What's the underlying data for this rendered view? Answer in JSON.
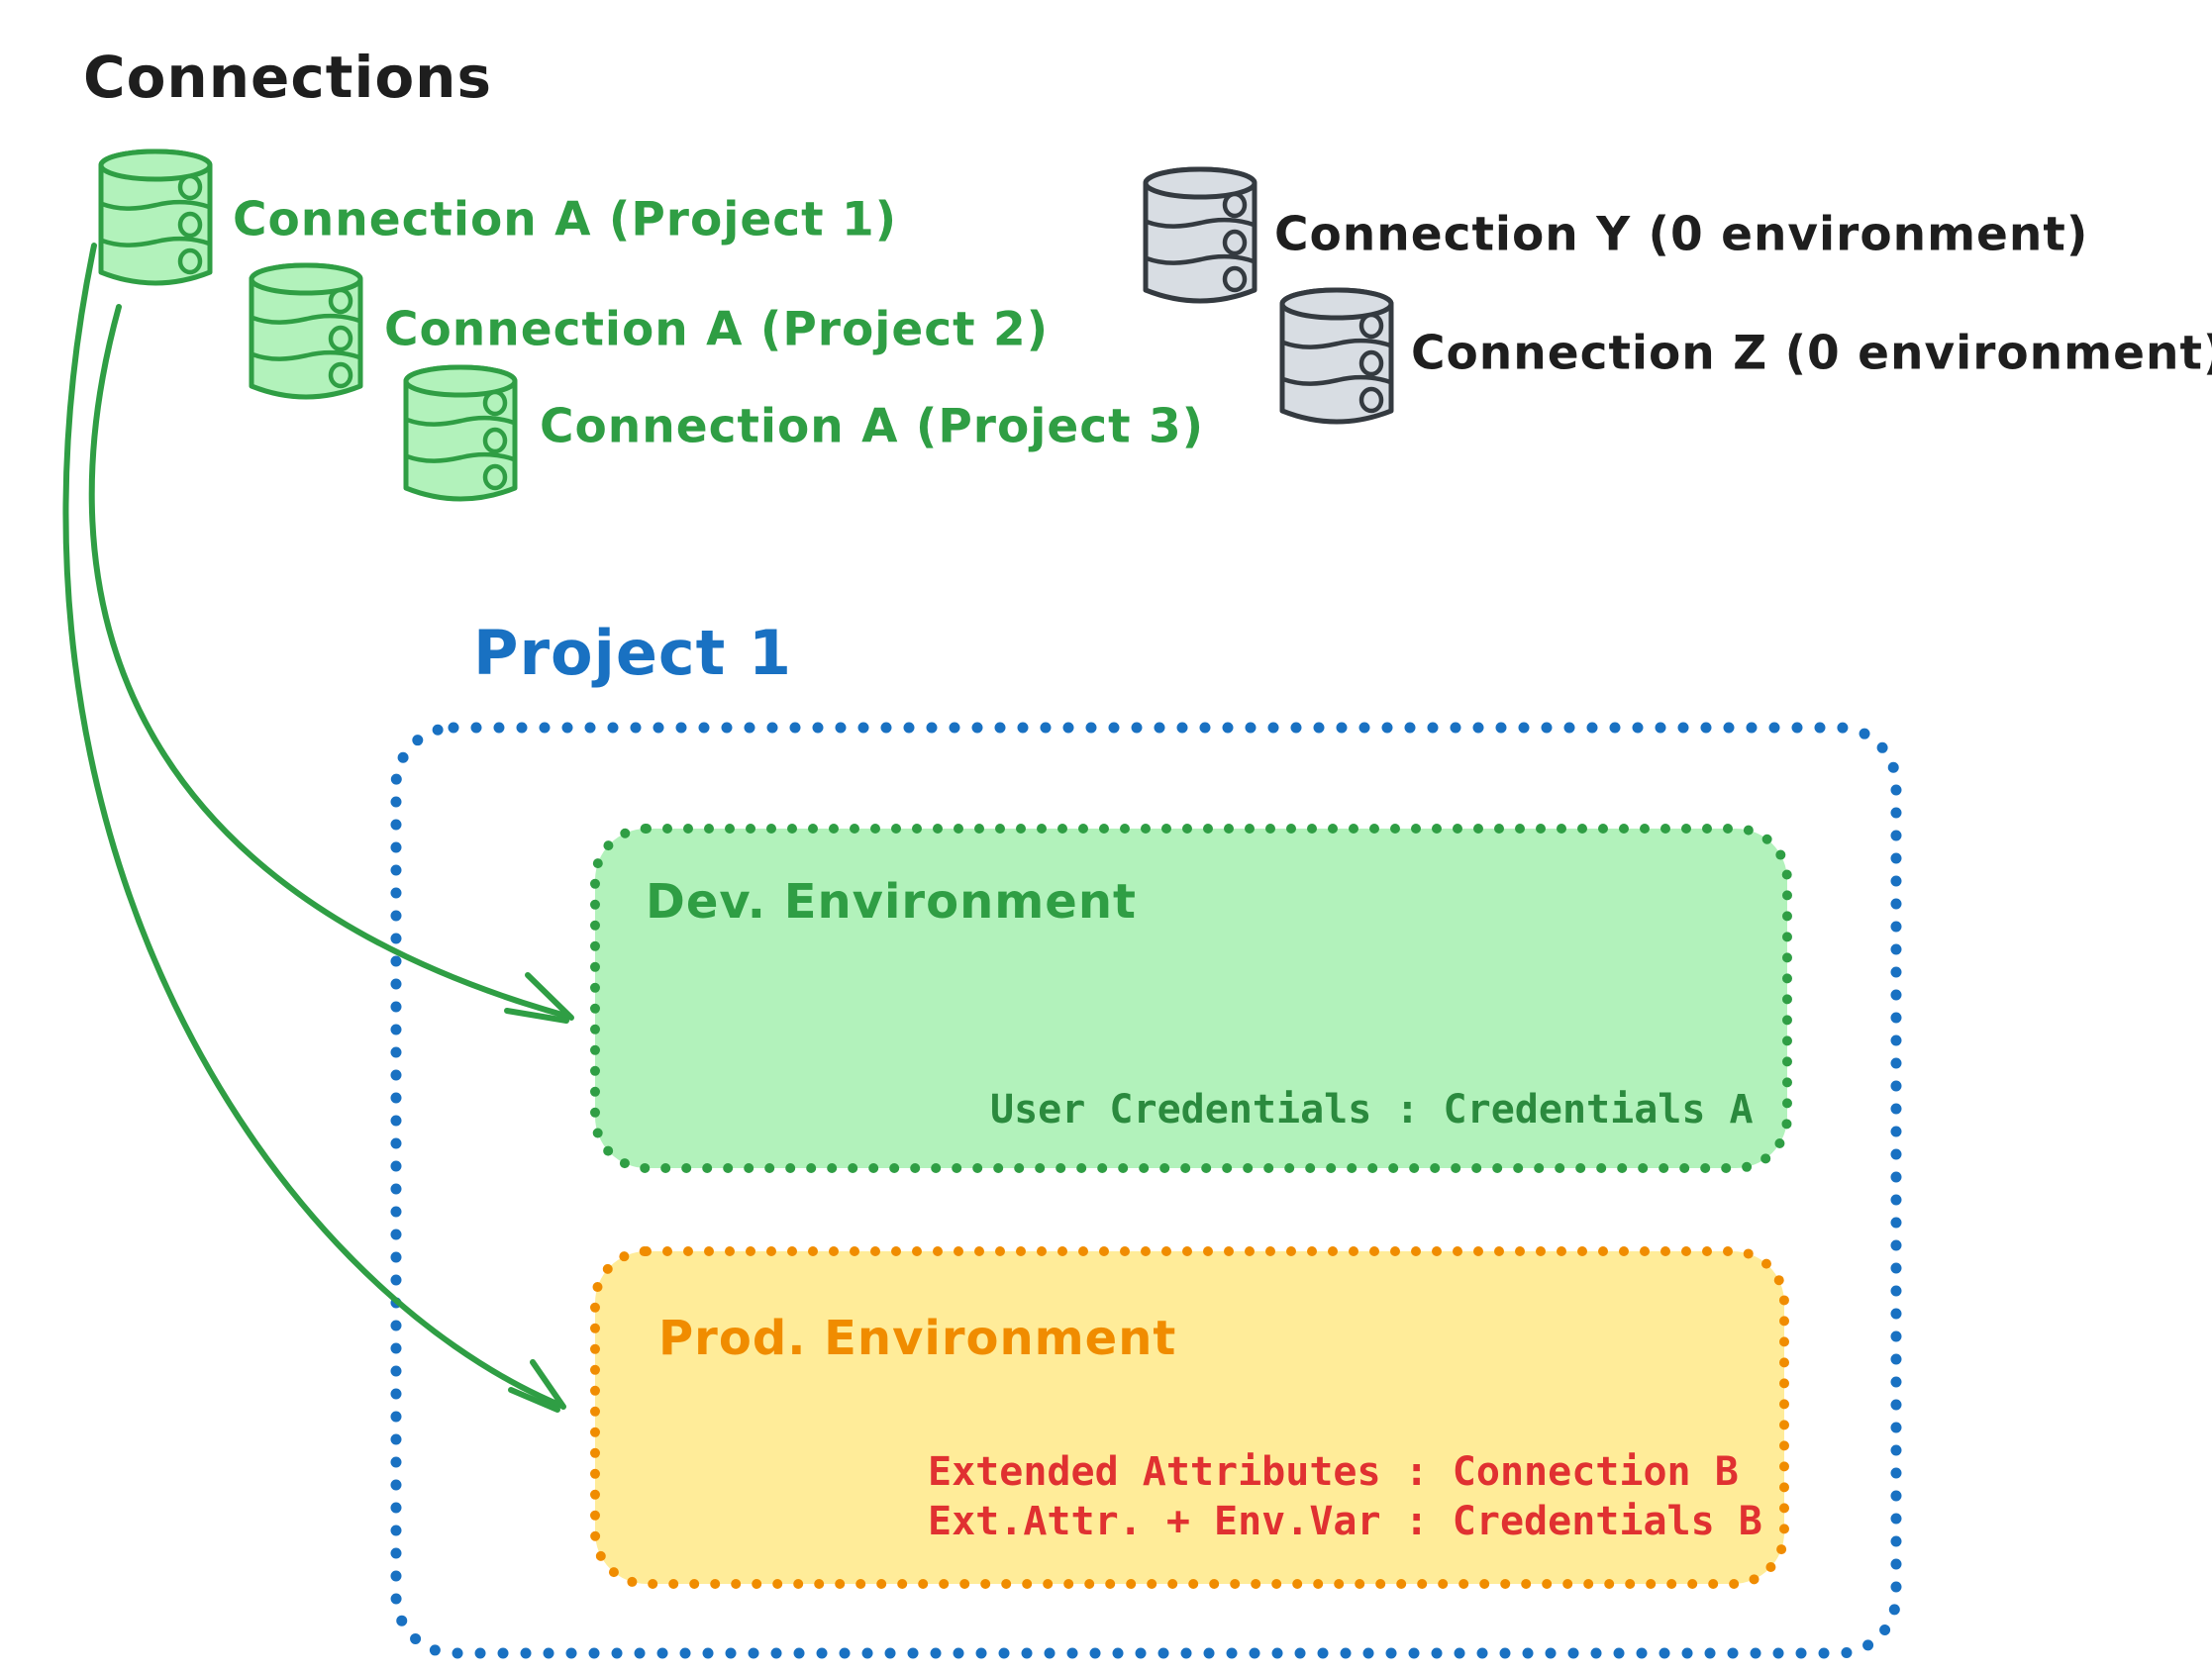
{
  "title": "Connections",
  "colors": {
    "ink": "#1e1e1e",
    "green": "#2f9e44",
    "green_fill": "#b2f2bb",
    "green_text_mono": "#2b8a3e",
    "gray_stroke": "#343a40",
    "gray_fill": "#d8dde3",
    "blue": "#1971c2",
    "blue_text": "#1971c2",
    "orange": "#f08c00",
    "yellow_fill": "#ffec99",
    "red": "#e03131"
  },
  "connections": {
    "green": [
      {
        "label": "Connection A (Project 1)"
      },
      {
        "label": "Connection A (Project 2)"
      },
      {
        "label": "Connection A (Project 3)"
      }
    ],
    "gray": [
      {
        "label": "Connection Y (0 environment)"
      },
      {
        "label": "Connection Z (0 environment)"
      }
    ]
  },
  "project": {
    "title": "Project 1",
    "environments": {
      "dev": {
        "title": "Dev. Environment",
        "credentials_line": "User Credentials : Credentials A"
      },
      "prod": {
        "title": "Prod. Environment",
        "lines": [
          "Extended Attributes : Connection B",
          "Ext.Attr. + Env.Var : Credentials B"
        ]
      }
    }
  }
}
